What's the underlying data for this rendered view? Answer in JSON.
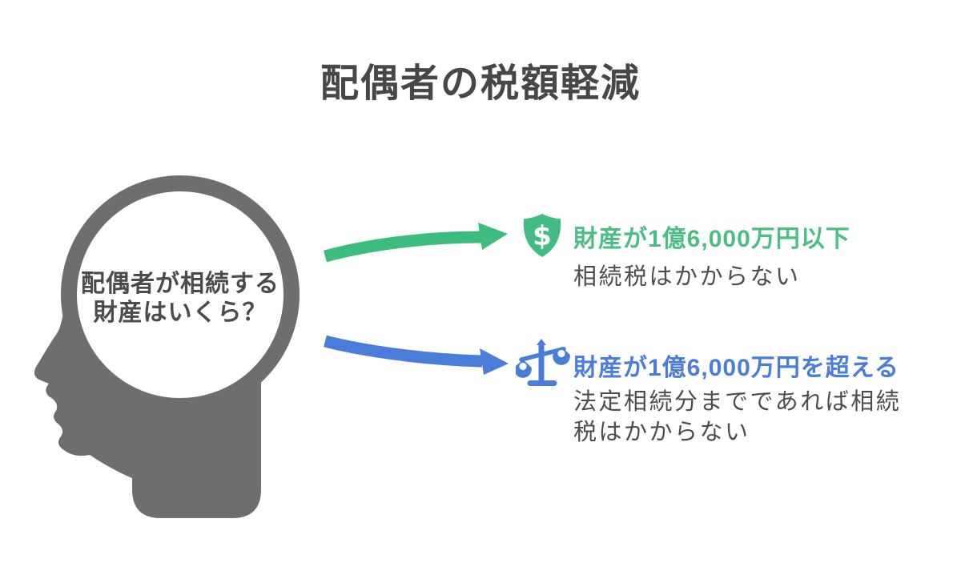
{
  "title": "配偶者の税額軽減",
  "head": {
    "question_line1": "配偶者が相続する",
    "question_line2": "財産はいくら？"
  },
  "branches": [
    {
      "icon": "dollar-shield-icon",
      "heading": "財産が1億6,000万円以下",
      "body_line1": "相続税はかからない"
    },
    {
      "icon": "balance-scale-icon",
      "heading": "財産が1億6,000万円を超える",
      "body_line1": "法定相続分までであれば相続",
      "body_line2": "税はかからない"
    }
  ],
  "icons": {
    "dollar_glyph": "$"
  },
  "colors": {
    "head_gray": "#6E6E6E",
    "title_gray": "#474747",
    "text_gray": "#4D4D4D",
    "green": "#42BC82",
    "blue": "#4A7CD9"
  }
}
